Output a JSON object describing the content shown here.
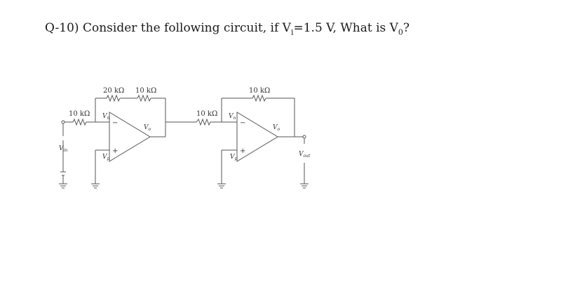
{
  "question": {
    "prefix": "Q-10) Consider the following circuit, if V",
    "vi_sub": "i",
    "middle": "=1.5 V, What is V",
    "vo_sub": "0",
    "suffix": "?"
  },
  "circuit": {
    "r_input_1": "10 kΩ",
    "r_feedback_a": "20 kΩ",
    "r_feedback_b": "10 kΩ",
    "r_input_2": "10 kΩ",
    "r_feedback_2": "10 kΩ",
    "v_in_label": "V",
    "v_in_sub": "in",
    "v_n_label": "V",
    "v_n_sub": "n",
    "v_p_label": "V",
    "v_p_sub": "p",
    "v_o_label": "V",
    "v_o_sub": "o",
    "v_out_label": "V",
    "v_out_sub": "out",
    "minus_sign": "−",
    "plus_sign": "+"
  }
}
